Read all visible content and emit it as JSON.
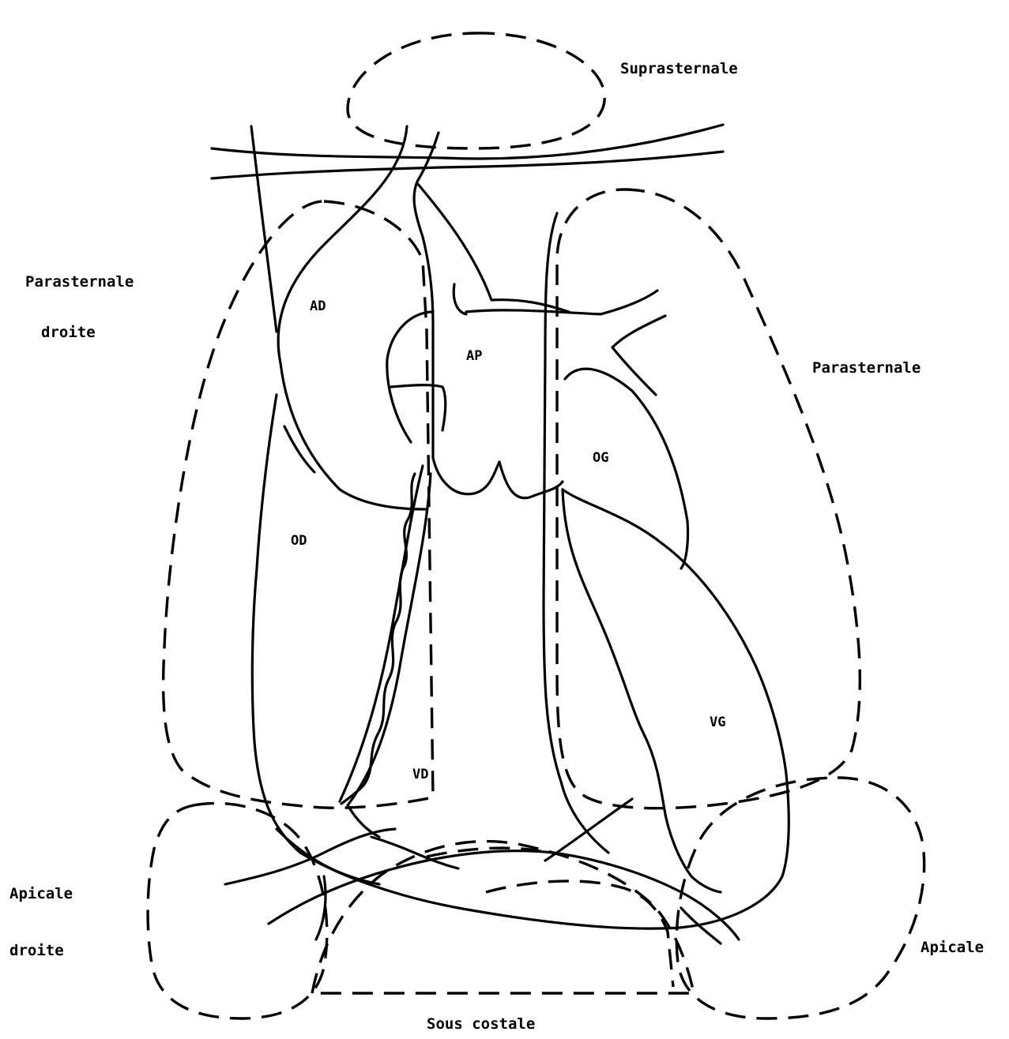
{
  "windows": {
    "suprasternale": "Suprasternale",
    "parasternale_droite_line1": "Parasternale",
    "parasternale_droite_line2": "droite",
    "parasternale": "Parasternale",
    "apicale_droite_line1": "Apicale",
    "apicale_droite_line2": "droite",
    "apicale": "Apicale",
    "sous_costale": "Sous costale"
  },
  "structures": {
    "ad": "AD",
    "ap": "AP",
    "og": "OG",
    "od": "OD",
    "vd": "VD",
    "vg": "VG"
  }
}
